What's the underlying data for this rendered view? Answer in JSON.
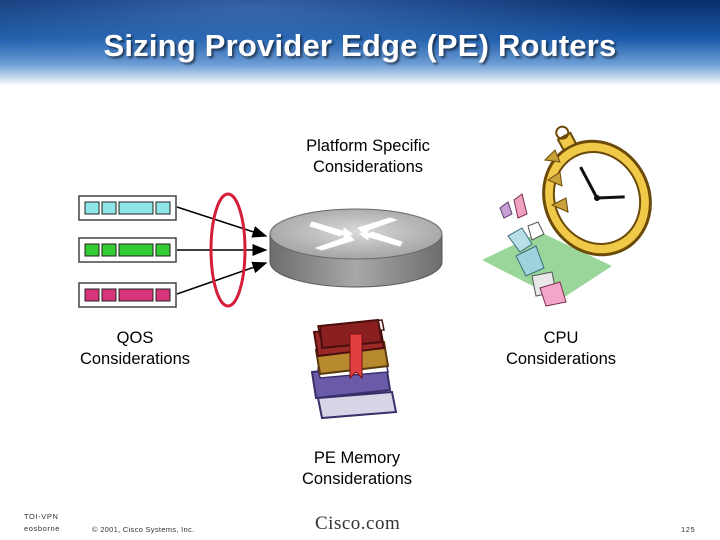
{
  "slide": {
    "title": "Sizing Provider Edge (PE) Routers",
    "platform_label_line1": "Platform Specific",
    "platform_label_line2": "Considerations",
    "qos_label_line1": "QOS",
    "qos_label_line2": "Considerations",
    "cpu_label_line1": "CPU",
    "cpu_label_line2": "Considerations",
    "memory_label_line1": "PE Memory",
    "memory_label_line2": "Considerations"
  },
  "queues": [
    {
      "color": "#8fe6e6"
    },
    {
      "color": "#33cc33"
    },
    {
      "color": "#d6337a"
    }
  ],
  "footer": {
    "course_line1": "TOI-VPN",
    "course_line2": "eosborne",
    "copyright": "© 2001, Cisco Systems, Inc.",
    "logo": "Cisco.com",
    "page_number": "125"
  }
}
